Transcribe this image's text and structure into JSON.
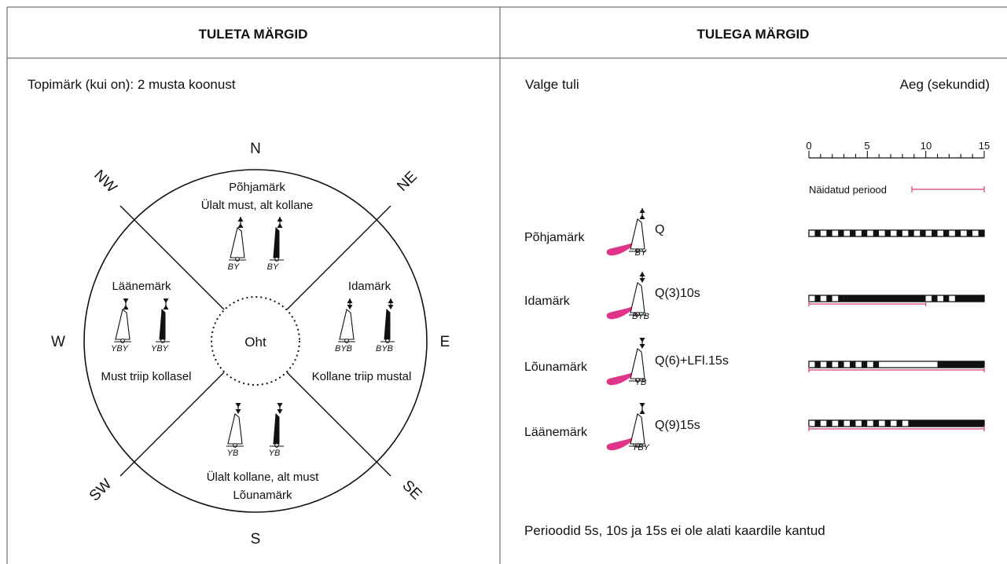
{
  "headers": {
    "left": "TULETA  MÄRGID",
    "right": "TULEGA  MÄRGID"
  },
  "left": {
    "topmark_note": "Topimärk (kui on): 2 musta koonust",
    "compass": {
      "N": "N",
      "S": "S",
      "E": "E",
      "W": "W",
      "NE": "NE",
      "NW": "NW",
      "SE": "SE",
      "SW": "SW"
    },
    "danger_label": "Oht",
    "north": {
      "name": "Põhjamärk",
      "desc": "Ülalt must, alt kollane",
      "code_a": "BY",
      "code_b": "BY"
    },
    "east": {
      "name": "Idamärk",
      "desc": "Kollane triip mustal",
      "code_a": "BYB",
      "code_b": "BYB"
    },
    "south": {
      "name": "Lõunamärk",
      "desc": "Ülalt kollane, alt must",
      "code_a": "YB",
      "code_b": "YB"
    },
    "west": {
      "name": "Läänemärk",
      "desc": "Must triip kollasel",
      "code_a": "YBY",
      "code_b": "YBY"
    }
  },
  "right": {
    "white_light": "Valge tuli",
    "time_label": "Aeg (sekundid)",
    "scale_ticks": [
      "0",
      "5",
      "10",
      "15"
    ],
    "scale_max_s": 15,
    "period_label": "Näidatud periood",
    "rows": [
      {
        "name": "Põhjamärk",
        "code": "BY",
        "character": "Q",
        "sequence": [
          [
            0,
            1,
            1
          ],
          [
            1,
            2,
            0
          ],
          [
            2,
            3,
            1
          ],
          [
            3,
            4,
            0
          ],
          [
            4,
            5,
            1
          ],
          [
            5,
            6,
            0
          ],
          [
            6,
            7,
            1
          ],
          [
            7,
            8,
            0
          ],
          [
            8,
            9,
            1
          ],
          [
            9,
            10,
            0
          ],
          [
            10,
            11,
            1
          ],
          [
            11,
            12,
            0
          ],
          [
            12,
            13,
            1
          ],
          [
            13,
            14,
            0
          ],
          [
            14,
            15,
            1
          ],
          [
            15,
            16,
            0
          ],
          [
            16,
            17,
            1
          ],
          [
            17,
            18,
            0
          ],
          [
            18,
            19,
            1
          ],
          [
            19,
            20,
            0
          ],
          [
            20,
            21,
            1
          ],
          [
            21,
            22,
            0
          ],
          [
            22,
            23,
            1
          ],
          [
            23,
            24,
            0
          ],
          [
            24,
            25,
            1
          ],
          [
            25,
            26,
            0
          ],
          [
            26,
            27,
            1
          ],
          [
            27,
            28,
            0
          ],
          [
            28,
            29,
            1
          ],
          [
            29,
            30,
            0
          ]
        ],
        "seq_units": 30,
        "period_s": null
      },
      {
        "name": "Idamärk",
        "code": "BYB",
        "character": "Q(3)10s",
        "sequence": [
          [
            0,
            1,
            1
          ],
          [
            1,
            2,
            0
          ],
          [
            2,
            3,
            1
          ],
          [
            3,
            4,
            0
          ],
          [
            4,
            5,
            1
          ],
          [
            5,
            6,
            0
          ],
          [
            6,
            20,
            0
          ],
          [
            20,
            21,
            1
          ],
          [
            21,
            22,
            0
          ],
          [
            22,
            23,
            1
          ],
          [
            23,
            24,
            0
          ],
          [
            24,
            25,
            1
          ],
          [
            25,
            30,
            0
          ]
        ],
        "seq_units": 30,
        "period_s": 10
      },
      {
        "name": "Lõunamärk",
        "code": "YB",
        "character": "Q(6)+LFl.15s",
        "sequence": [
          [
            0,
            1,
            1
          ],
          [
            1,
            2,
            0
          ],
          [
            2,
            3,
            1
          ],
          [
            3,
            4,
            0
          ],
          [
            4,
            5,
            1
          ],
          [
            5,
            6,
            0
          ],
          [
            6,
            7,
            1
          ],
          [
            7,
            8,
            0
          ],
          [
            8,
            9,
            1
          ],
          [
            9,
            10,
            0
          ],
          [
            10,
            11,
            1
          ],
          [
            11,
            12,
            0
          ],
          [
            12,
            22,
            1
          ],
          [
            22,
            30,
            0
          ]
        ],
        "seq_units": 30,
        "period_s": 15
      },
      {
        "name": "Läänemärk",
        "code": "YBY",
        "character": "Q(9)15s",
        "sequence": [
          [
            0,
            1,
            1
          ],
          [
            1,
            2,
            0
          ],
          [
            2,
            3,
            1
          ],
          [
            3,
            4,
            0
          ],
          [
            4,
            5,
            1
          ],
          [
            5,
            6,
            0
          ],
          [
            6,
            7,
            1
          ],
          [
            7,
            8,
            0
          ],
          [
            8,
            9,
            1
          ],
          [
            9,
            10,
            0
          ],
          [
            10,
            11,
            1
          ],
          [
            11,
            12,
            0
          ],
          [
            12,
            13,
            1
          ],
          [
            13,
            14,
            0
          ],
          [
            14,
            15,
            1
          ],
          [
            15,
            16,
            0
          ],
          [
            16,
            17,
            1
          ],
          [
            17,
            30,
            0
          ]
        ],
        "seq_units": 30,
        "period_s": 15
      }
    ],
    "footnote": "Perioodid 5s, 10s ja 15s ei ole alati kaardile kantud"
  },
  "colors": {
    "light_sector": "#e0338a",
    "period_line": "#d63a7a",
    "ink": "#111111"
  }
}
